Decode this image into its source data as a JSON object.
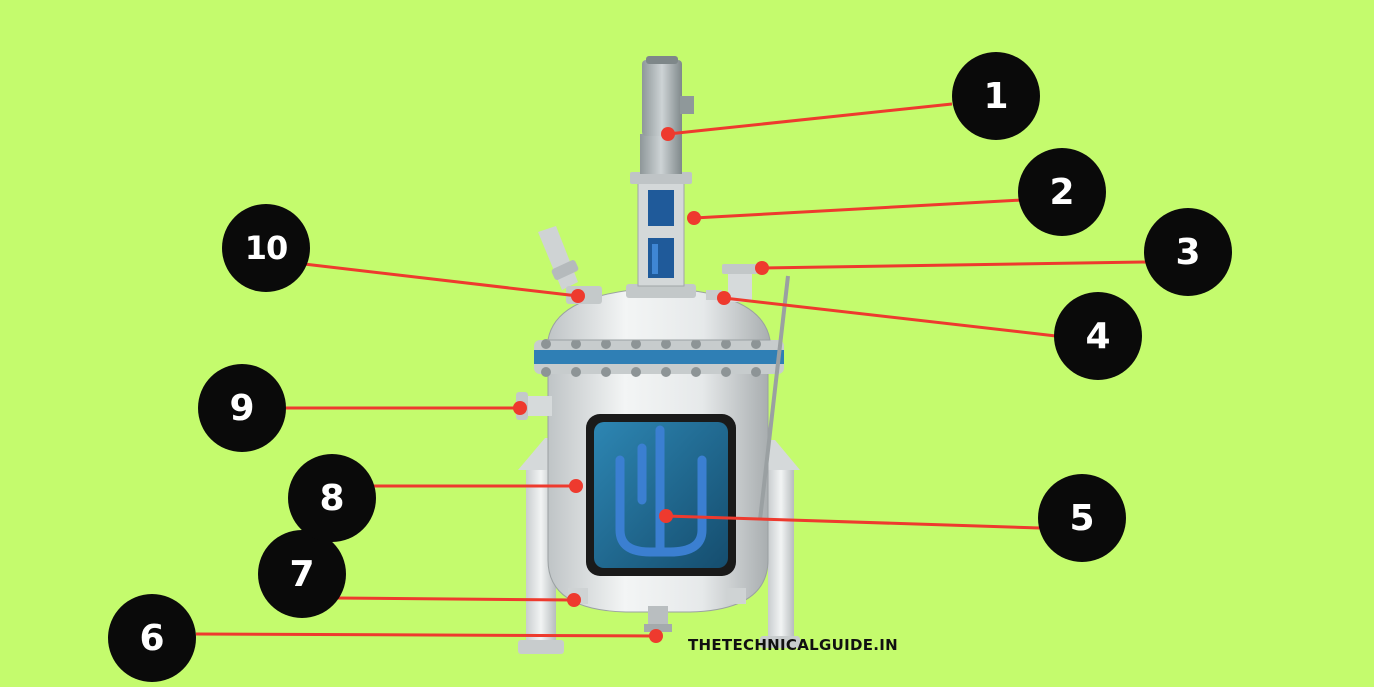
{
  "callouts": [
    {
      "label": "1"
    },
    {
      "label": "2"
    },
    {
      "label": "3"
    },
    {
      "label": "4"
    },
    {
      "label": "5"
    },
    {
      "label": "6"
    },
    {
      "label": "7"
    },
    {
      "label": "8"
    },
    {
      "label": "9"
    },
    {
      "label": "10"
    }
  ],
  "watermark": "THETECHNICALGUIDE.IN",
  "colors": {
    "background": "#c4fb6d",
    "badge": "#0a0a0a",
    "leader_line": "#ee3a2e",
    "vessel_body": "#e8ebeb",
    "flange_blue": "#2f7fb5",
    "sight_glass": "#1d6a95"
  }
}
